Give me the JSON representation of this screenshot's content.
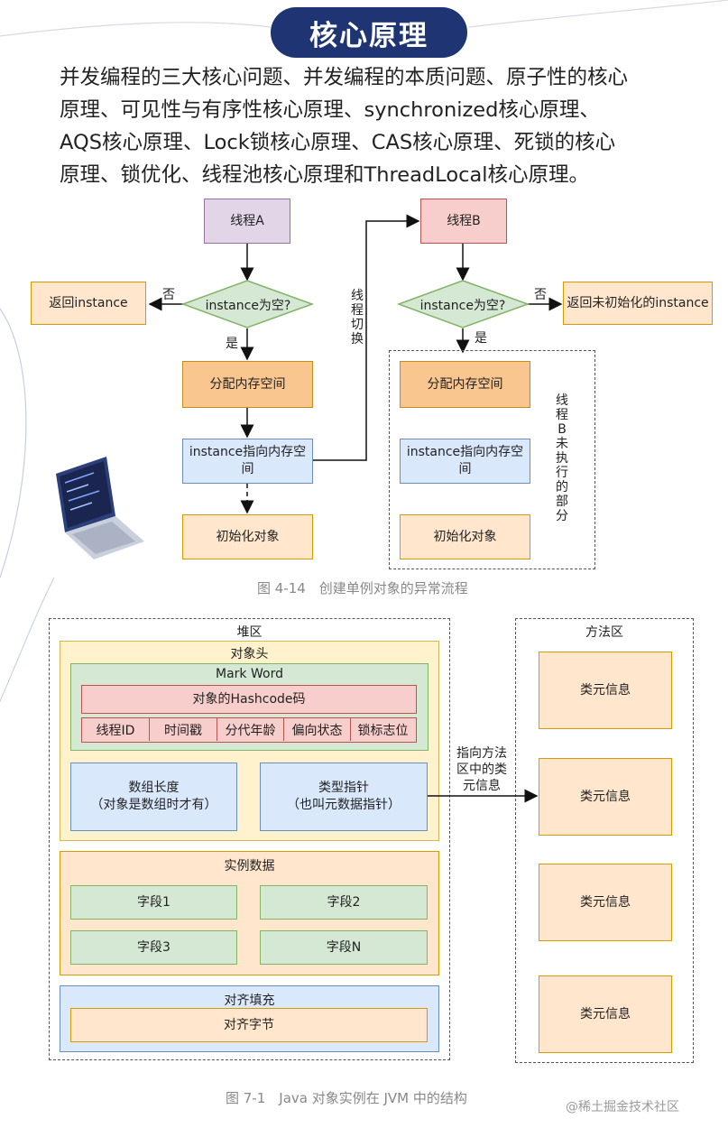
{
  "header": {
    "title": "核心原理",
    "intro_lines": [
      "并发编程的三大核心问题、并发编程的本质问题、原子性的核心",
      "原理、可见性与有序性核心原理、synchronized核心原理、",
      "AQS核心原理、Lock锁核心原理、CAS核心原理、死锁的核心",
      "原理、锁优化、线程池核心原理和ThreadLocal核心原理。"
    ]
  },
  "fig1": {
    "thread_a": "线程A",
    "thread_b": "线程B",
    "decision_a": "instance为空?",
    "decision_b": "instance为空?",
    "return_a": "返回instance",
    "return_b": "返回未初始化的instance",
    "no_a": "否",
    "no_b": "否",
    "yes_a": "是",
    "yes_b": "是",
    "alloc_a": "分配内存空间",
    "point_a": "instance指向内存空间",
    "init_a": "初始化对象",
    "alloc_b": "分配内存空间",
    "point_b": "instance指向内存空间",
    "init_b": "初始化对象",
    "switch_label": "线程切换",
    "unexecuted_label": "线程B未执行的部分",
    "caption": "图 4-14　创建单例对象的异常流程"
  },
  "fig2": {
    "heap_title": "堆区",
    "header_title": "对象头",
    "mark_word_title": "Mark Word",
    "hashcode": "对象的Hashcode码",
    "mark_fields": [
      "线程ID",
      "时间戳",
      "分代年龄",
      "偏向状态",
      "锁标志位"
    ],
    "array_length_l1": "数组长度",
    "array_length_l2": "（对象是数组时才有）",
    "type_pointer_l1": "类型指针",
    "type_pointer_l2": "（也叫元数据指针）",
    "instance_title": "实例数据",
    "fields": [
      "字段1",
      "字段2",
      "字段3",
      "字段N"
    ],
    "padding_title": "对齐填充",
    "padding_bytes": "对齐字节",
    "method_title": "方法区",
    "class_infos": [
      "类元信息",
      "类元信息",
      "类元信息",
      "类元信息"
    ],
    "pointer_label_lines": [
      "指向方法",
      "区中的类",
      "元信息"
    ],
    "caption": "图 7-1　Java 对象实例在 JVM 中的结构"
  },
  "watermark": "@稀土掘金技术社区"
}
